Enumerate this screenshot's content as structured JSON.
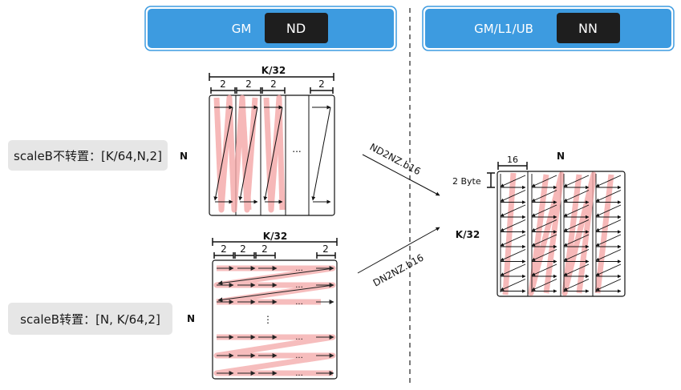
{
  "header_left": {
    "loc": "GM",
    "format": "ND"
  },
  "header_right": {
    "loc": "GM/L1/UB",
    "format": "NN"
  },
  "label_top": "scaleB不转置：[K/64,N,2]",
  "label_bottom": "scaleB转置：[N, K/64,2]",
  "dim_k": "K/32",
  "dim_n": "N",
  "col_width": "2",
  "ellipsis": "...",
  "vellipsis": "⋮",
  "arrow_top": "ND2NZ.b16",
  "arrow_bottom": "DN2NZ.b16",
  "nz_width": "16",
  "nz_height": "2 Byte",
  "colors": {
    "header_bg": "#3d9be0",
    "dark": "#1e1e1e",
    "pink": "#f4a7a7"
  }
}
